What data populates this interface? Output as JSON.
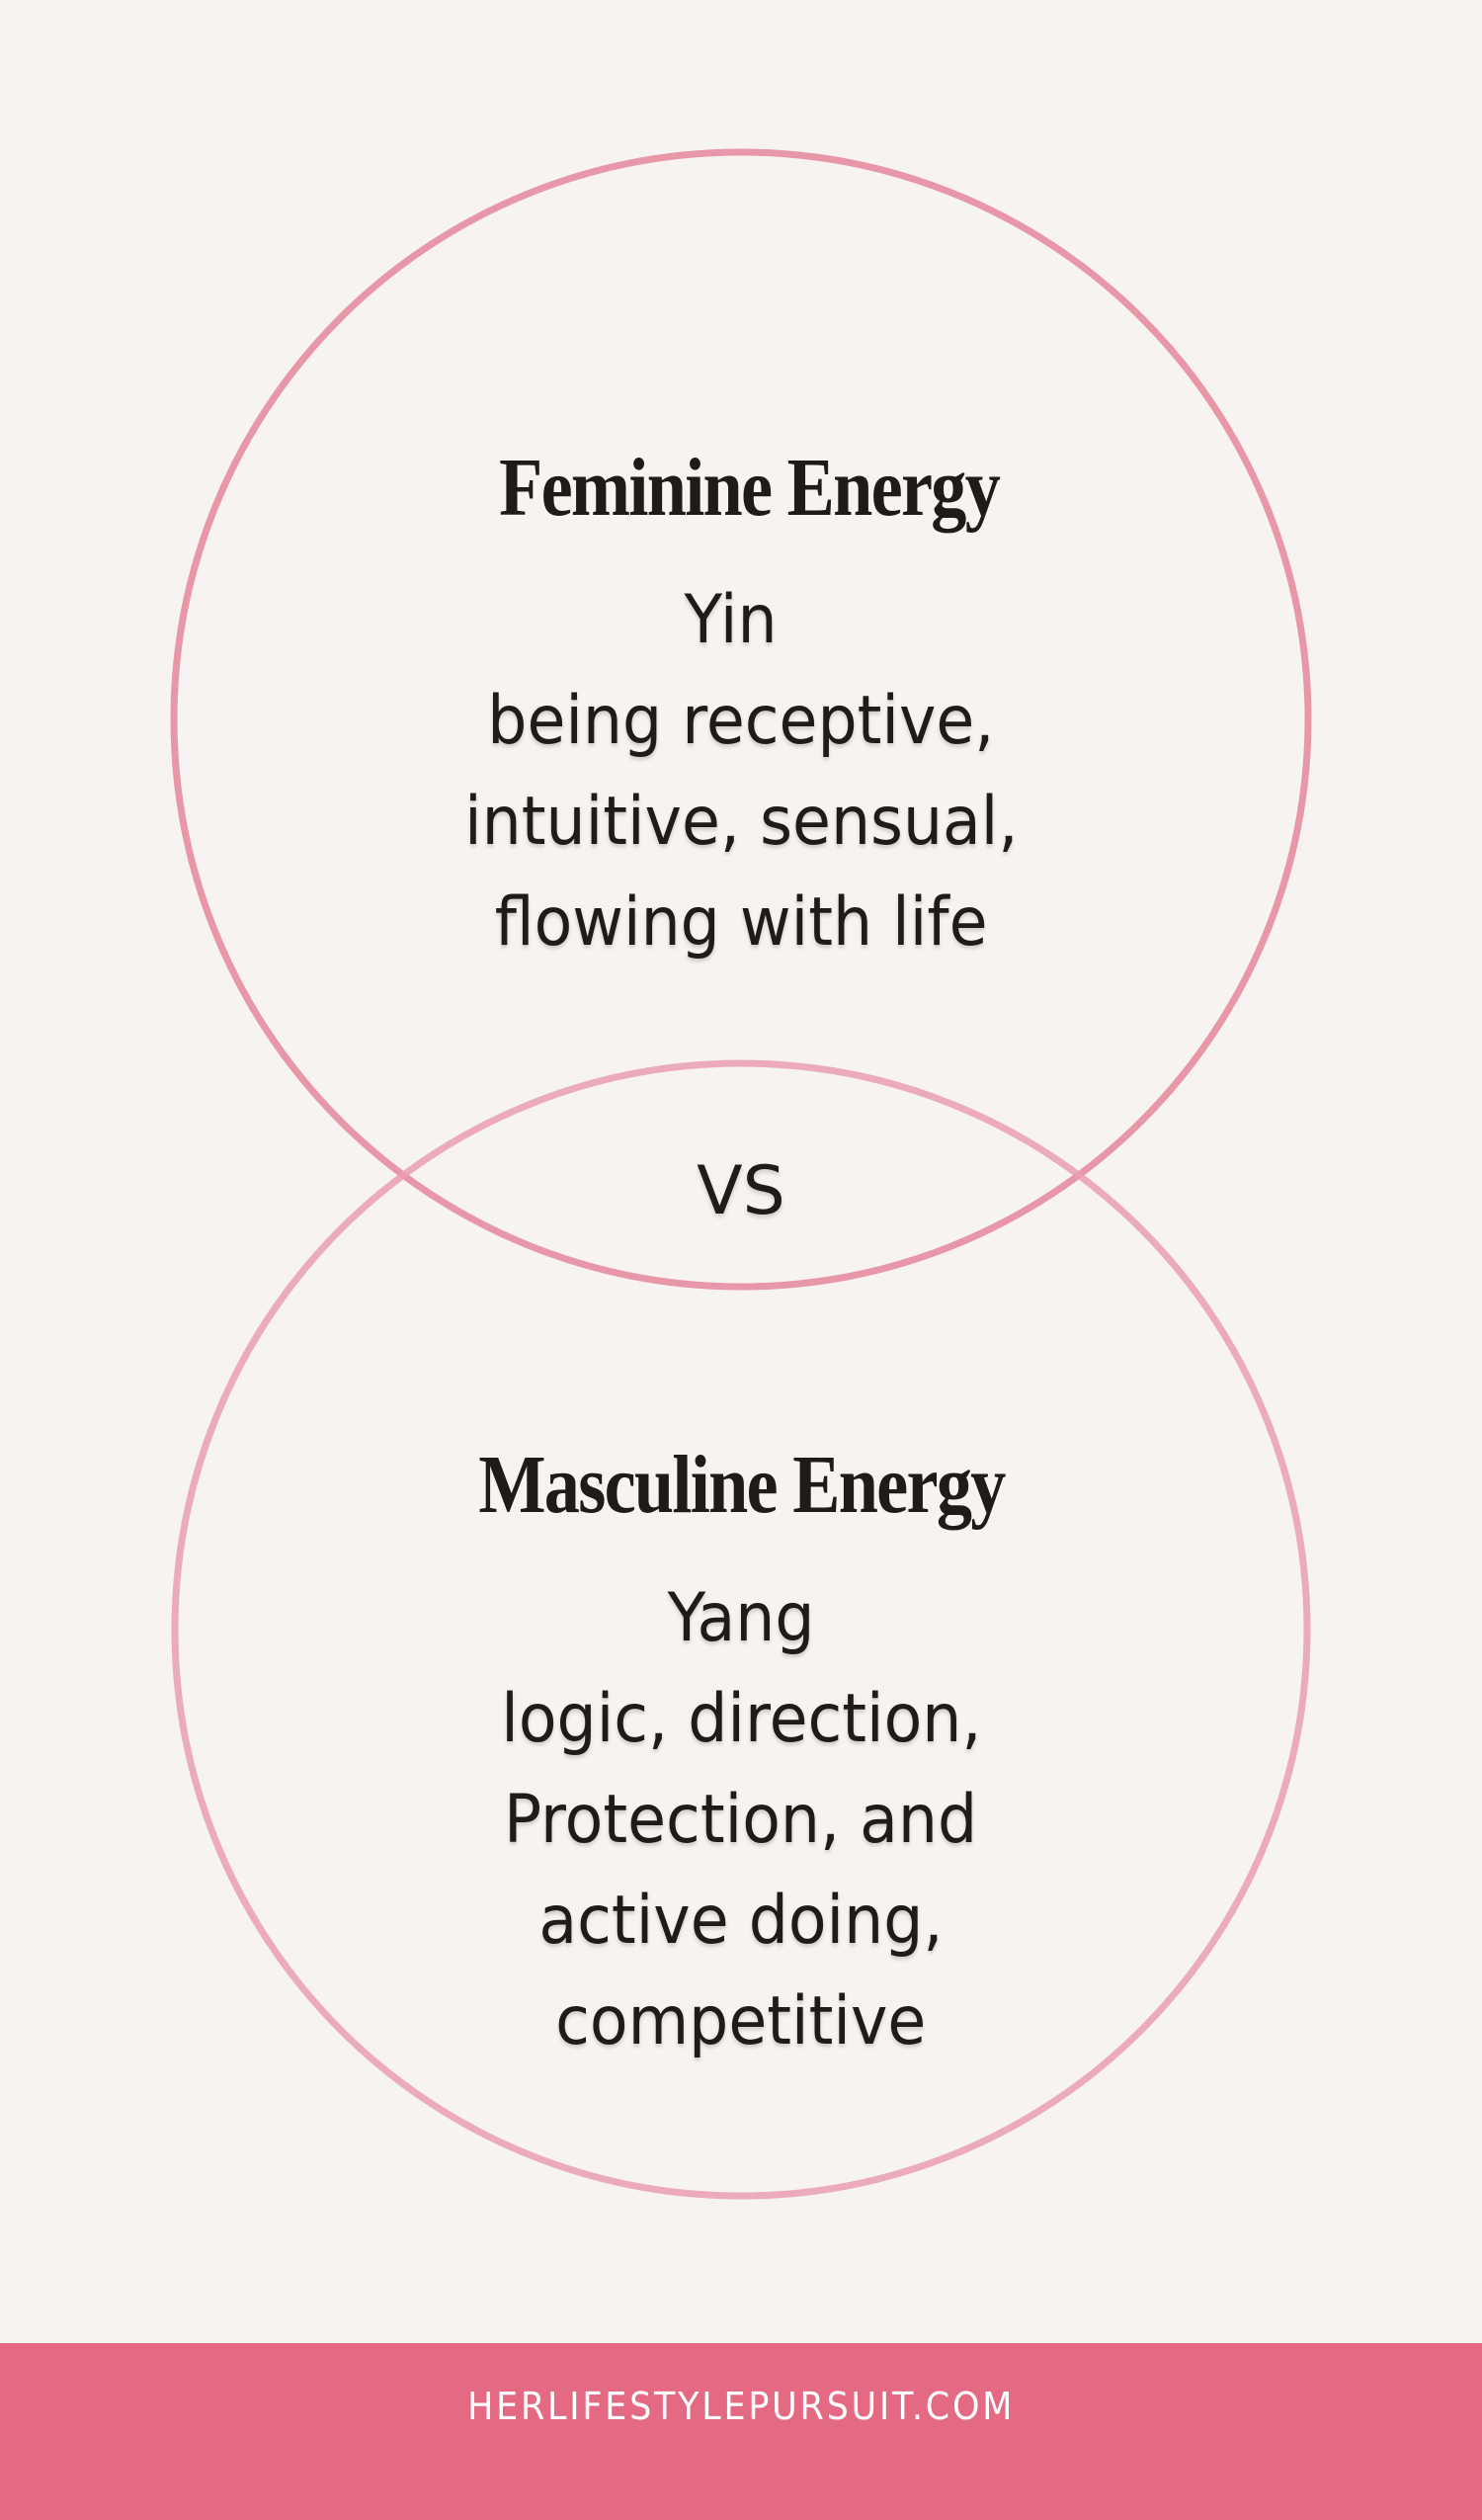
{
  "colors": {
    "background": "#F7F3F0",
    "text": "#1F1B18",
    "circle_top_stroke": "#E9979F",
    "circle_bottom_stroke": "#EDA8B8",
    "footer_background": "#E46983",
    "footer_text": "#FFFFFF"
  },
  "feminine": {
    "heading": "Feminine Energy",
    "lines": [
      "Yin",
      "being receptive,",
      "intuitive, sensual,",
      "flowing with life"
    ]
  },
  "vs_label": "VS",
  "masculine": {
    "heading": "Masculine Energy",
    "lines": [
      "Yang",
      "logic, direction,",
      "Protection, and",
      "active doing,",
      "competitive"
    ]
  },
  "footer": {
    "website": "HERLIFESTYLEPURSUIT.COM"
  }
}
